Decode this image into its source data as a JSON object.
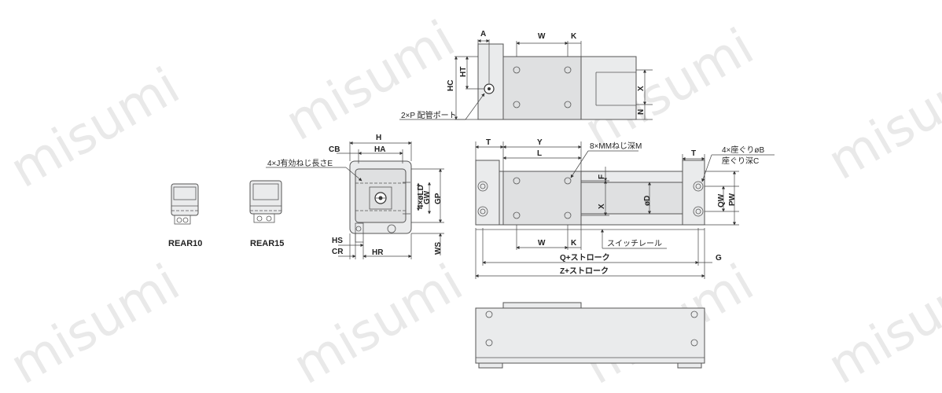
{
  "watermark": "misumi",
  "rear_variants": [
    {
      "label": "REAR10"
    },
    {
      "label": "REAR15"
    }
  ],
  "top_view": {
    "dims": {
      "A": "A",
      "W": "W",
      "K": "K",
      "HC": "HC",
      "HT": "HT",
      "X": "X",
      "N": "N"
    },
    "port_callout": "2×P 配管ポート"
  },
  "end_view": {
    "dims": {
      "H": "H",
      "HA": "HA",
      "CB": "CB",
      "GW": "GW",
      "GP": "GP",
      "LD": "4×øLD",
      "WS": "WS",
      "HS": "HS",
      "CR": "CR",
      "HR": "HR"
    },
    "thread_callout": "4×J有効ねじ長さE"
  },
  "plan_view": {
    "dims": {
      "T_left": "T",
      "Y": "Y",
      "L": "L",
      "T_right": "T",
      "F": "F",
      "X": "X",
      "D": "øD",
      "QW": "QW",
      "PW": "PW",
      "W": "W",
      "K": "K",
      "G": "G"
    },
    "mm_callout": "8×MMねじ深M",
    "counterbore_callout_1": "4×座ぐりøB",
    "counterbore_callout_2": "座ぐり深C",
    "switch_rail": "スイッチレール",
    "q_stroke": "Q+ストローク",
    "z_stroke": "Z+ストローク"
  }
}
